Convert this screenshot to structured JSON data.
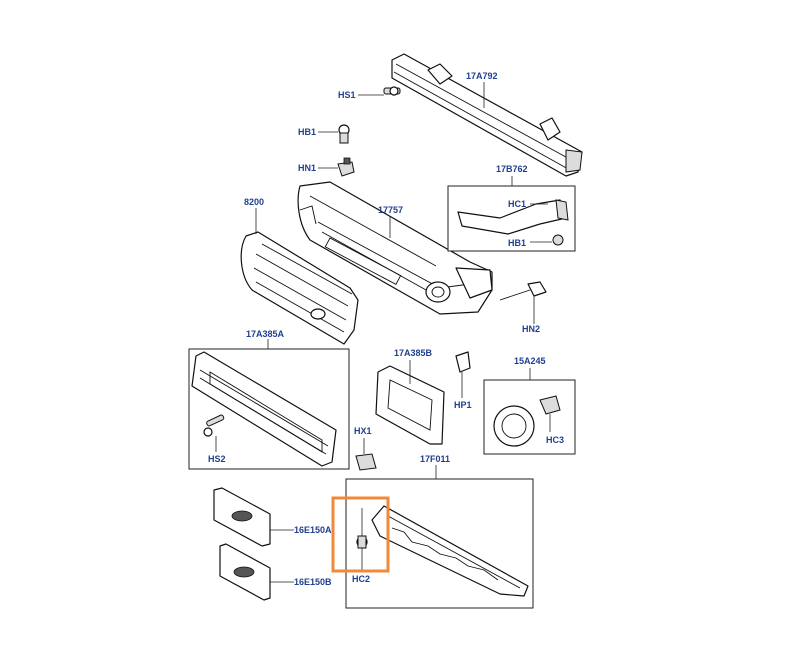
{
  "diagram": {
    "labels": {
      "crossmember": "17A792",
      "hs1": "HS1",
      "hb1_top": "HB1",
      "hn1": "HN1",
      "bracket_kit": "17B762",
      "hc1": "HC1",
      "hb1_box": "HB1",
      "grille": "8200",
      "bumper": "17757",
      "hn2": "HN2",
      "plate_panel": "17A385A",
      "plate_bracket": "17A385B",
      "hp1": "HP1",
      "fog_kit": "15A245",
      "hc3": "HC3",
      "hs2": "HS2",
      "hx1": "HX1",
      "undertray": "17F011",
      "badge_a": "16E150A",
      "badge_b": "16E150B",
      "hc2": "HC2"
    },
    "highlight_color": "#ef8a3a",
    "label_color": "#1f3f8f"
  }
}
